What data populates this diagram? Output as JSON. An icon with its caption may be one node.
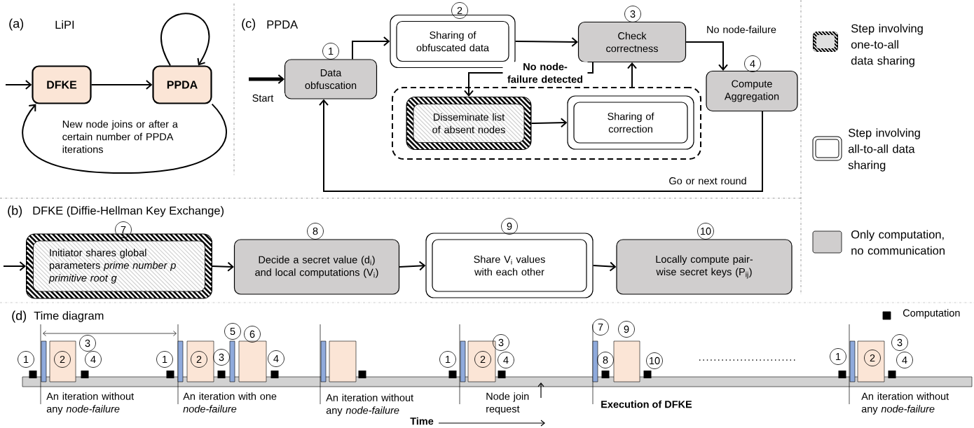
{
  "diagram": {
    "nodes": [
      {
        "text": [
          "DFKE"
        ]
      },
      {
        "text": [
          "PPDA"
        ]
      },
      {
        "text": [
          "Data obfuscation"
        ],
        "beside": [
          "1"
        ]
      },
      {
        "text": [
          "Sharing of obfuscated data"
        ],
        "beside": [
          "2"
        ]
      },
      {
        "text": [
          "Check correctness"
        ],
        "beside": [
          "3"
        ]
      },
      {
        "text": [
          "Compute Aggregation"
        ],
        "beside": [
          "4"
        ]
      },
      {
        "text": [],
        "shape": "box"
      },
      {
        "text": [
          "Disseminate list of absent nodes"
        ],
        "in": 6
      },
      {
        "text": [
          "Sharing of correction"
        ],
        "in": 6
      },
      {
        "text": [
          "Initiator shares global parameters *prime number p primitive root g*"
        ],
        "beside": [
          "7"
        ]
      },
      {
        "text": [
          "Decide a secret value (d$_{i}$) and local computations (V$_{i}$)"
        ],
        "beside": [
          "8"
        ]
      },
      {
        "text": [
          "Share V$_{i}$ values with each other"
        ],
        "beside": [
          "9"
        ]
      },
      {
        "text": [
          "Locally compute pair-wise secret keys (P$_{ij}$)"
        ],
        "beside": [
          "10"
        ]
      }
    ],
    "edges": [
      {
        "from": null,
        "to": 0,
        "arrow": "to"
      },
      {
        "from": 0,
        "to": 1,
        "arrow": "to"
      },
      {
        "from": 1,
        "to": 1,
        "arrow": "to"
      },
      {
        "from": 1,
        "to": 0,
        "arrow": "to",
        "label": "New node joins or after a certain number of PPDA iterations"
      },
      {
        "from": null,
        "to": 2,
        "arrow": "to",
        "label": "Start",
        "style": "thick"
      },
      {
        "from": 2,
        "to": 3,
        "arrow": "to"
      },
      {
        "from": 3,
        "to": 4,
        "arrow": "to"
      },
      {
        "from": 4,
        "to": 5,
        "arrow": "to",
        "label": "No node-failure"
      },
      {
        "from": 4,
        "to": 7,
        "arrow": "to",
        "label": "No node-failure detected"
      },
      {
        "from": 7,
        "to": 8,
        "arrow": "to"
      },
      {
        "from": 6,
        "to": 4,
        "arrow": "to"
      },
      {
        "from": 5,
        "to": 2,
        "arrow": "to",
        "label": "Go or next round"
      },
      {
        "from": null,
        "to": 9,
        "arrow": "to"
      },
      {
        "from": 9,
        "to": 10,
        "arrow": "to"
      },
      {
        "from": 10,
        "to": 11,
        "arrow": "to"
      },
      {
        "from": 11,
        "to": 12,
        "arrow": "to"
      }
    ],
    "labels": [
      "(a)",
      "LiPI",
      "(c)",
      "PPDA",
      "(b)",
      "DFKE (Diffie-Hellman Key Exchange)",
      "(d)",
      "Time diagram",
      "1",
      "2",
      "3",
      "4",
      "1",
      "2",
      "3",
      "5",
      "6",
      "4",
      "1",
      "2",
      "3",
      "4",
      "7",
      "8",
      "9",
      "10",
      "1",
      "2",
      "3",
      "4",
      "An iteration without any *node-failure*",
      "An iteration with one *node-failure*",
      "An iteration without any *node-failure*",
      "Node join request",
      "Execution of DFKE",
      "An iteration without any *node-failure*",
      "Time"
    ],
    "legend": [
      {
        "text": "Step involving one-to-all data sharing"
      },
      {
        "text": "Step involving all-to-all data sharing"
      },
      {
        "text": "Only computation, no communication",
        "color": "#d0cece"
      },
      {
        "text": "Computation",
        "color": "#000000"
      }
    ]
  }
}
